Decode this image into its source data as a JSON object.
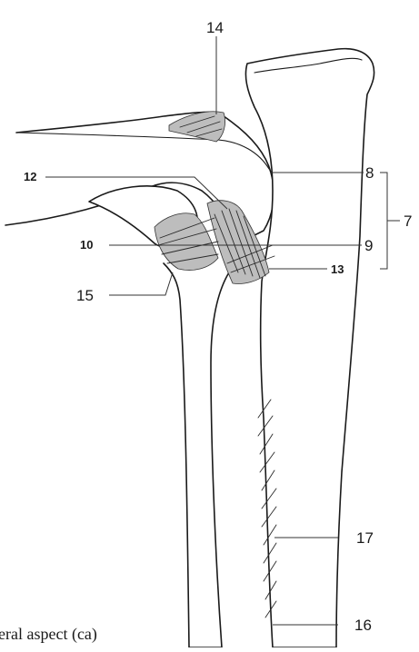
{
  "labels": {
    "l14": "14",
    "l12": "12",
    "l8": "8",
    "l7": "7",
    "l10": "10",
    "l9": "9",
    "l13": "13",
    "l15": "15",
    "l17": "17",
    "l16": "16"
  },
  "caption": "eral aspect (ca)"
}
